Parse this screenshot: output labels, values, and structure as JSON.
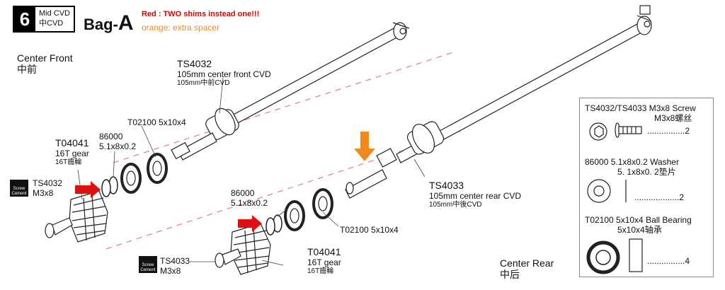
{
  "header": {
    "step_number": "6",
    "step_title_en": "Mid CVD",
    "step_title_cn": "中CVD",
    "bag_prefix": "Bag-",
    "bag_letter": "A",
    "note_red": "Red : TWO shims instead one!!!",
    "note_orange": "orange: extra spacer"
  },
  "colors": {
    "red_arrow": "#e01010",
    "orange_arrow": "#f08a1c",
    "red_text": "#d80000",
    "orange_text": "#f08a1c"
  },
  "front": {
    "section_en": "Center Front",
    "section_cn": "中前",
    "cvd_part": "TS4032",
    "cvd_desc_en": "105mm center front CVD",
    "cvd_desc_cn": "105mm中前CVD",
    "bearing_part": "T02100 5x10x4",
    "washer_part": "86000",
    "washer_size": "5.1x8x0.2",
    "gear_part": "T04041",
    "gear_desc_en": "16T gear",
    "gear_desc_cn": "16T齒輪",
    "screw_part": "TS4032",
    "screw_size": "M3x8",
    "badge_text": "Screw Cement"
  },
  "rear": {
    "section_en": "Center Rear",
    "section_cn": "中后",
    "cvd_part": "TS4033",
    "cvd_desc_en": "105mm center rear CVD",
    "cvd_desc_cn": "105mm中後CVD",
    "bearing_part": "T02100 5x10x4",
    "washer_part": "86000",
    "washer_size": "5.1x8x0.2",
    "gear_part": "T04041",
    "gear_desc_en": "16T gear",
    "gear_desc_cn": "16T齒輪",
    "screw_part": "TS4033",
    "screw_size": "M3x8",
    "badge_text": "Screw Cement"
  },
  "legend": {
    "items": [
      {
        "name_en": "TS4032/TS4033 M3x8 Screw",
        "name_cn": "M3x8螺丝",
        "dots": "................",
        "qty": "2",
        "icon": "screw-icon"
      },
      {
        "name_en": "86000 5.1x8x0.2 Washer",
        "name_cn": "5. 1x8x0. 2垫片",
        "dots": "...................",
        "qty": "2",
        "icon": "washer-icon"
      },
      {
        "name_en": "T02100 5x10x4 Ball Bearing",
        "name_cn": "5x10x4轴承",
        "dots": "................",
        "qty": "4",
        "icon": "bearing-icon"
      }
    ]
  }
}
